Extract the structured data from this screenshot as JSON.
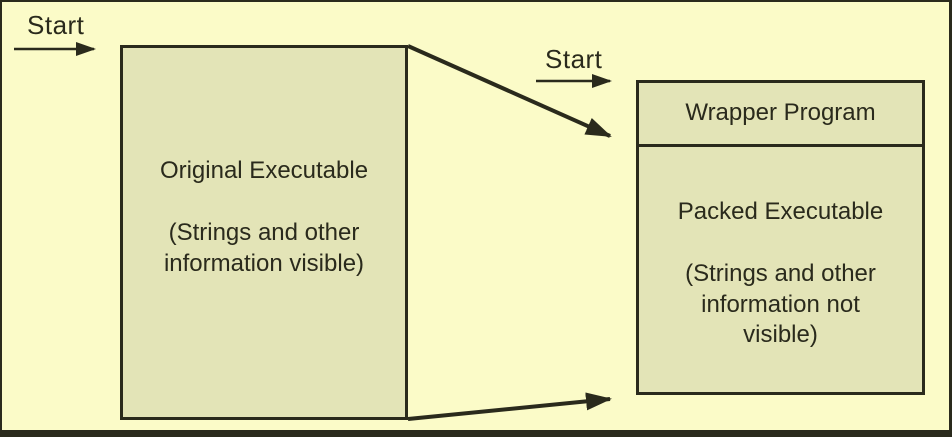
{
  "colors": {
    "background": "#fbfbc8",
    "box_fill": "#e3e4b7",
    "line": "#2a2a1c"
  },
  "labels": {
    "start_left": "Start",
    "start_right": "Start"
  },
  "original_box": {
    "title": "Original Executable",
    "note": [
      "(Strings and other",
      "information visible)"
    ]
  },
  "right_box": {
    "wrapper_title": "Wrapper Program",
    "packed_title": "Packed Executable",
    "note": [
      "(Strings and other",
      "information not",
      "visible)"
    ]
  }
}
